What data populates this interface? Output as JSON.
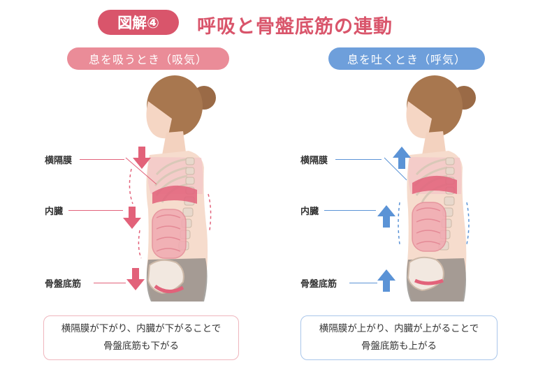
{
  "header": {
    "figure_badge": "図解④",
    "title": "呼吸と骨盤底筋の連動"
  },
  "inhale": {
    "pill_label": "息を吸うとき（吸気）",
    "labels": {
      "diaphragm": "横隔膜",
      "viscera": "内臓",
      "pelvic_floor": "骨盤底筋"
    },
    "arrow_direction": "down",
    "caption_line1": "横隔膜が下がり、内臓が下がることで",
    "caption_line2": "骨盤底筋も下がる",
    "accent_color": "#e2627a"
  },
  "exhale": {
    "pill_label": "息を吐くとき（呼気）",
    "labels": {
      "diaphragm": "横隔膜",
      "viscera": "内臓",
      "pelvic_floor": "骨盤底筋"
    },
    "arrow_direction": "up",
    "caption_line1": "横隔膜が上がり、内臓が上がることで",
    "caption_line2": "骨盤底筋も上がる",
    "accent_color": "#5b93d6"
  }
}
